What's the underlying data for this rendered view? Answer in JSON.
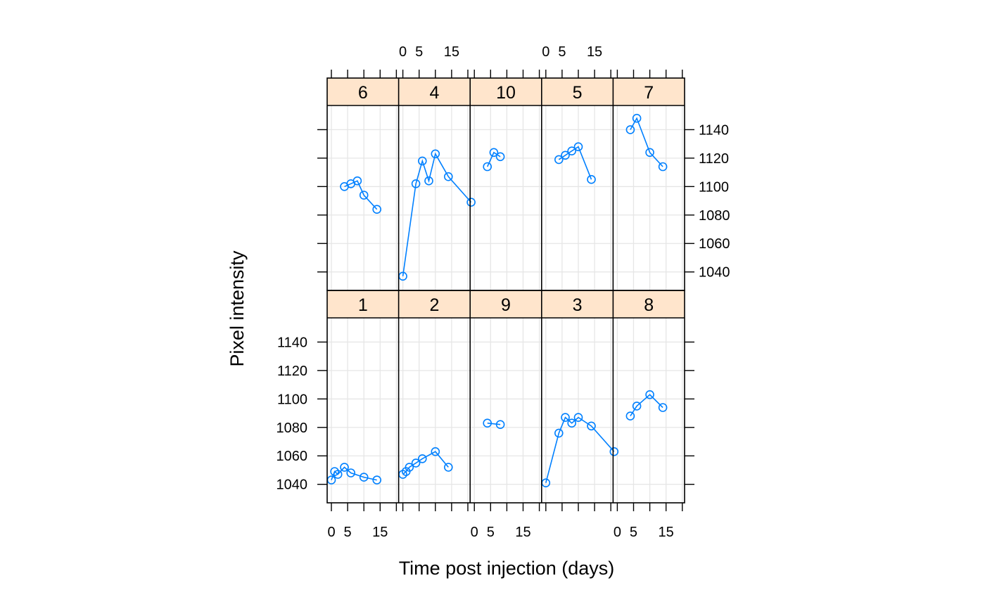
{
  "chart_data": {
    "type": "line",
    "xlabel": "Time post injection (days)",
    "ylabel": "Pixel intensity",
    "xlim": [
      -1.3,
      20.7
    ],
    "ylim": [
      1027,
      1157
    ],
    "x_ticks": [
      0,
      5,
      10,
      15,
      20
    ],
    "x_tick_labels": [
      "0",
      "5",
      "15"
    ],
    "y_ticks": [
      1040,
      1060,
      1080,
      1100,
      1120,
      1140
    ],
    "grid": true,
    "colors": {
      "series": "#0080ff",
      "strip": "#ffe5cc",
      "grid": "#e6e6e6",
      "frame": "#000000"
    },
    "layout": {
      "rows": 2,
      "cols": 5
    },
    "panels": [
      {
        "label": "6",
        "row": 0,
        "col": 0,
        "x": [
          4,
          6,
          8,
          10,
          14
        ],
        "y": [
          1100,
          1102,
          1104,
          1094,
          1084
        ]
      },
      {
        "label": "4",
        "row": 0,
        "col": 1,
        "x": [
          0,
          4,
          6,
          8,
          10,
          14,
          21
        ],
        "y": [
          1037,
          1102,
          1118,
          1104,
          1123,
          1107,
          1089
        ]
      },
      {
        "label": "10",
        "row": 0,
        "col": 2,
        "x": [
          4,
          6,
          8
        ],
        "y": [
          1114,
          1124,
          1121
        ]
      },
      {
        "label": "5",
        "row": 0,
        "col": 3,
        "x": [
          4,
          6,
          8,
          10,
          14
        ],
        "y": [
          1119,
          1122,
          1125,
          1128,
          1105
        ]
      },
      {
        "label": "7",
        "row": 0,
        "col": 4,
        "x": [
          4,
          6,
          10,
          14
        ],
        "y": [
          1140,
          1148,
          1124,
          1114
        ]
      },
      {
        "label": "1",
        "row": 1,
        "col": 0,
        "x": [
          0,
          1,
          2,
          4,
          6,
          10,
          14
        ],
        "y": [
          1043,
          1049,
          1047,
          1052,
          1048,
          1045,
          1043
        ]
      },
      {
        "label": "2",
        "row": 1,
        "col": 1,
        "x": [
          0,
          1,
          2,
          4,
          6,
          10,
          14
        ],
        "y": [
          1047,
          1049,
          1052,
          1055,
          1058,
          1063,
          1052
        ]
      },
      {
        "label": "9",
        "row": 1,
        "col": 2,
        "x": [
          4,
          8
        ],
        "y": [
          1083,
          1082
        ]
      },
      {
        "label": "3",
        "row": 1,
        "col": 3,
        "x": [
          0,
          4,
          6,
          8,
          10,
          14,
          21
        ],
        "y": [
          1041,
          1076,
          1087,
          1083,
          1087,
          1081,
          1063
        ]
      },
      {
        "label": "8",
        "row": 1,
        "col": 4,
        "x": [
          4,
          6,
          10,
          14
        ],
        "y": [
          1088,
          1095,
          1103,
          1094
        ]
      }
    ]
  }
}
